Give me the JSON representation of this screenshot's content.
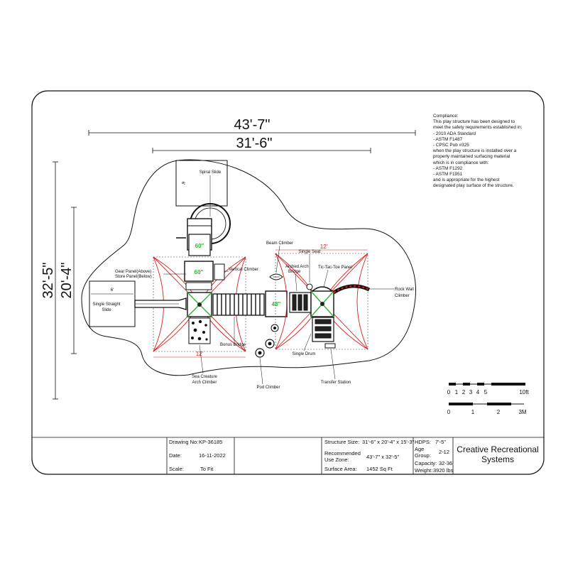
{
  "overall_dims": {
    "width_total": "43'-7\"",
    "width_structure": "31'-6\"",
    "depth_total": "32'-5\"",
    "depth_structure": "20'-4\""
  },
  "box_dims": {
    "spiral_slide": "6'",
    "straight_slide": "6'",
    "shade_left": "12'",
    "shade_right": "12'"
  },
  "deck_heights": {
    "top": "60\"",
    "mid_left": "60\"",
    "mid_right": "48\""
  },
  "labels": {
    "spiral_slide": "Spiral Slide",
    "gear_panel_line1": "Gear Panel(Above)",
    "gear_panel_line2": "Store Panel(Below)",
    "vertical_climber": "Vertical Climber",
    "single_straight_slide_l1": "Single Straight",
    "single_straight_slide_l2": "Slide",
    "bonus_bridge": "Bonus Bridge",
    "sea_creature_l1": "Sea Creature",
    "sea_creature_l2": "Arch Climber",
    "pod_climber": "Pod Climber",
    "beam_climber": "Beam Climber",
    "single_seat": "Single Seat",
    "arched_arch_l1": "Arched Arch",
    "arched_arch_l2": "Bridge",
    "tic_tac_toe": "Tic-Tac-Toe Panel",
    "rock_wall_l1": "Rock Wall",
    "rock_wall_l2": "Climber",
    "single_drum": "Single Drum",
    "transfer_station": "Transfer Station"
  },
  "compliance": [
    "Compliance:",
    "This play structure has been designed to",
    "meet the safety requirements established in:",
    "- 2010 ADA Standard",
    "- ASTM F1487",
    "- CPSC Pub #325",
    "when the play structure is installed over a",
    "properly maintained surfacing material",
    "which is in compliance with:",
    "- ASTM F1292",
    "- ASTM F1951",
    "and is appropriate for the highest",
    "designated play surface of the structure."
  ],
  "scale_ft": {
    "ticks": [
      "0",
      "1",
      "2",
      "3",
      "4",
      "5"
    ],
    "end": "10ft"
  },
  "scale_m": {
    "ticks": [
      "0",
      "1",
      "2"
    ],
    "end": "3M"
  },
  "title_block": {
    "drawing_no_label": "Drawing No:",
    "drawing_no": "KP-36185",
    "date_label": "Date:",
    "date": "16-11-2022",
    "scale_label": "Scale:",
    "scale": "To Fit",
    "structure_size_label": "Structure Size:",
    "structure_size": "31'-6\" x 20'-4\" x 15'-3\"",
    "use_zone_label_1": "Recommended",
    "use_zone_label_2": "Use Zone:",
    "use_zone": "43'-7\" x 32'-5\"",
    "surface_area_label": "Surface Area:",
    "surface_area": "1452  Sq Ft",
    "hdps_label": "HDPS:",
    "hdps": "7'-5\"",
    "age_label_1": "Age",
    "age_label_2": "Group:",
    "age": "2-12",
    "capacity_label": "Capacity:",
    "capacity": "32-36",
    "weight_label": "Weight:",
    "weight": "3920 lbs",
    "company_l1": "Creative Recreational",
    "company_l2": "Systems"
  },
  "colors": {
    "shade_red": "#d42020",
    "deck_green": "#2db82d",
    "line": "#111111"
  }
}
